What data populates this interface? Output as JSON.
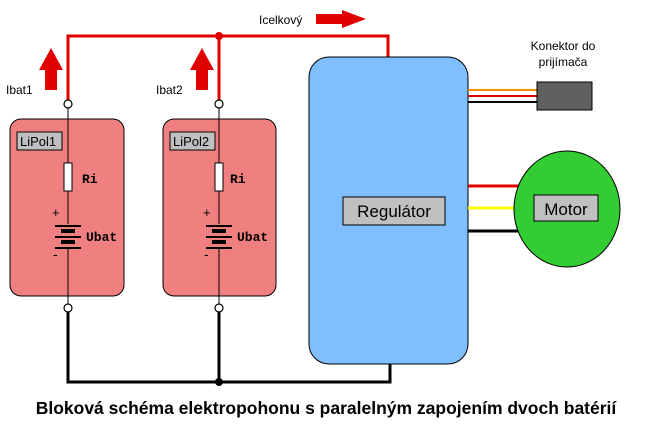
{
  "labels": {
    "current_total": "Icelkový",
    "current_bat1": "Ibat1",
    "current_bat2": "Ibat2",
    "connector": "Konektor do prijímača",
    "battery1": "LiPol1",
    "battery2": "LiPol2",
    "resistance": "Ri",
    "voltage": "Ubat",
    "plus": "+",
    "minus": "-",
    "regulator": "Regulátor",
    "motor": "Motor"
  },
  "caption": "Bloková schéma elektropohonu s paralelným zapojením dvoch batérií",
  "colors": {
    "wire_positive": "#e00000",
    "wire_negative": "#000000",
    "battery_fill": "#f08080",
    "regulator_fill": "#80bfff",
    "motor_fill": "#33cc33",
    "label_box_fill": "#c0c0c0",
    "wire_signal_orange": "#ff8c00",
    "wire_signal_yellow": "#ffff00"
  }
}
